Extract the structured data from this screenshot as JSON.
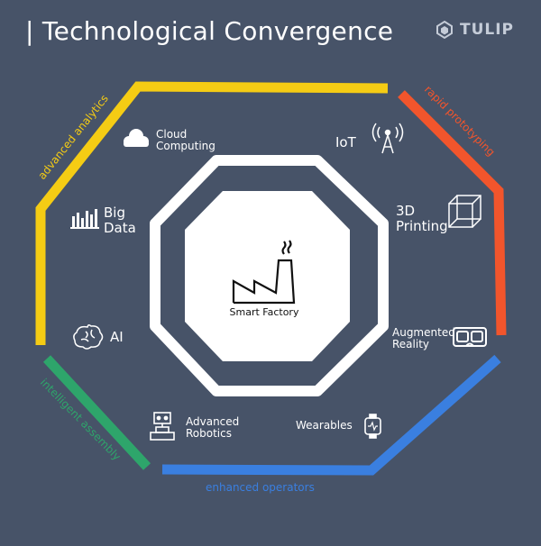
{
  "header": {
    "title": "| Technological Convergence",
    "brand": "TULIP"
  },
  "center": {
    "label": "Smart Factory"
  },
  "nodes": {
    "cloud": "Cloud\nComputing",
    "iot": "IoT",
    "printing": "3D\nPrinting",
    "bigdata": "Big\nData",
    "ai": "AI",
    "ar": "Augmented\nReality",
    "robotics": "Advanced\nRobotics",
    "wearables": "Wearables"
  },
  "segments": {
    "analytics": "advanced analytics",
    "prototyping": "rapid prototyping",
    "assembly": "intelligent assembly",
    "operators": "enhanced operators"
  },
  "colors": {
    "background": "#475368",
    "analytics": "#F5CC14",
    "prototyping": "#F2552C",
    "assembly": "#2EA56B",
    "operators": "#3A7FE0",
    "brand": "#C5CCD8"
  },
  "icons": {
    "cloud": "cloud-icon",
    "iot": "antenna-tower-icon",
    "printing": "cube-icon",
    "bigdata": "bar-chart-icon",
    "ai": "brain-icon",
    "ar": "vr-headset-icon",
    "robotics": "robot-icon",
    "wearables": "smartwatch-icon",
    "center": "factory-icon",
    "brand": "tulip-logo-icon"
  }
}
